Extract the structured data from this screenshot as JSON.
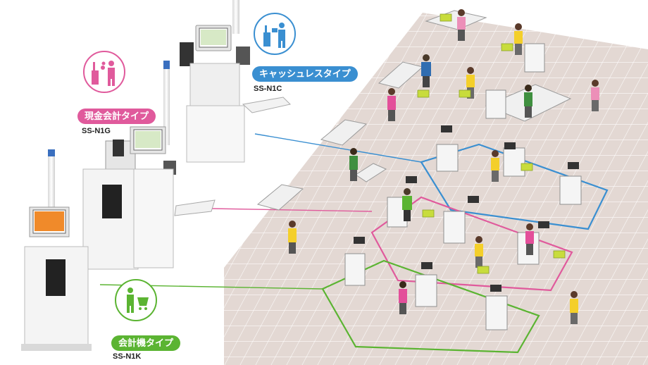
{
  "types": [
    {
      "label": "キャッシュレスタイプ",
      "model": "SS-N1C",
      "color": "#3a8fd1",
      "icon": "cashless-checkout-icon"
    },
    {
      "label": "現金会計タイプ",
      "model": "SS-N1G",
      "color": "#e05a9c",
      "icon": "cash-payment-icon"
    },
    {
      "label": "会計機タイプ",
      "model": "SS-N1K",
      "color": "#5bb432",
      "icon": "payment-kiosk-icon"
    }
  ],
  "colors": {
    "floor": "#e3d8d3",
    "floor_grid": "#ffffff",
    "machine_body": "#f2f2f2",
    "machine_shadow": "#c9c9c9",
    "screen": "#3a3a3a"
  }
}
